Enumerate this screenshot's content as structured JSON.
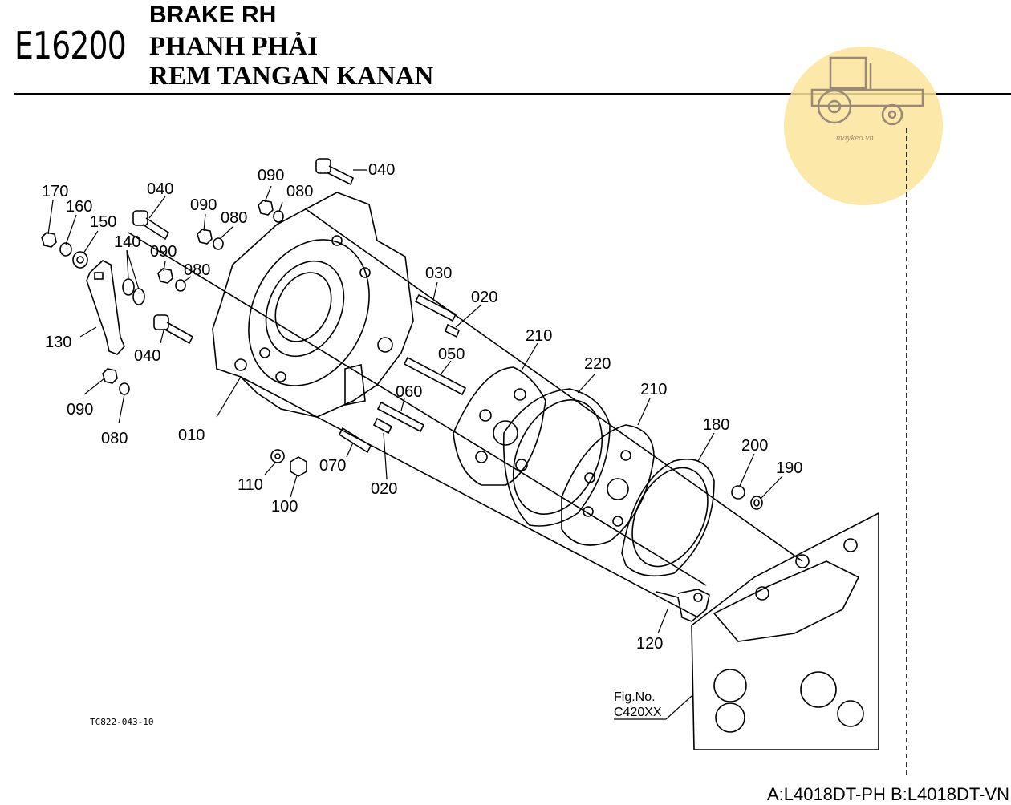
{
  "header": {
    "code": "E16200",
    "title_en": "BRAKE RH",
    "title_vi": "PHANH PHẢI",
    "title_id": "REM TANGAN KANAN"
  },
  "watermark": {
    "text": "maykeo.vn"
  },
  "figure_ref": {
    "line1": "Fig.No.",
    "line2": "C420XX"
  },
  "drawing_code": "TC822-043-10",
  "models": "A:L4018DT-PH B:L4018DT-VN",
  "parts": [
    {
      "id": "p170",
      "label": "170"
    },
    {
      "id": "p160",
      "label": "160"
    },
    {
      "id": "p150",
      "label": "150"
    },
    {
      "id": "p140",
      "label": "140"
    },
    {
      "id": "p130",
      "label": "130"
    },
    {
      "id": "p040a",
      "label": "040"
    },
    {
      "id": "p090a",
      "label": "090"
    },
    {
      "id": "p080a",
      "label": "080"
    },
    {
      "id": "p090b",
      "label": "090"
    },
    {
      "id": "p080b",
      "label": "080"
    },
    {
      "id": "p090c",
      "label": "090"
    },
    {
      "id": "p080c",
      "label": "080"
    },
    {
      "id": "p040b",
      "label": "040"
    },
    {
      "id": "p040c",
      "label": "040"
    },
    {
      "id": "p090d",
      "label": "090"
    },
    {
      "id": "p080d",
      "label": "080"
    },
    {
      "id": "p010",
      "label": "010"
    },
    {
      "id": "p030",
      "label": "030"
    },
    {
      "id": "p020a",
      "label": "020"
    },
    {
      "id": "p050",
      "label": "050"
    },
    {
      "id": "p060",
      "label": "060"
    },
    {
      "id": "p070",
      "label": "070"
    },
    {
      "id": "p020b",
      "label": "020"
    },
    {
      "id": "p110",
      "label": "110"
    },
    {
      "id": "p100",
      "label": "100"
    },
    {
      "id": "p210a",
      "label": "210"
    },
    {
      "id": "p220",
      "label": "220"
    },
    {
      "id": "p210b",
      "label": "210"
    },
    {
      "id": "p180",
      "label": "180"
    },
    {
      "id": "p200",
      "label": "200"
    },
    {
      "id": "p190",
      "label": "190"
    },
    {
      "id": "p120",
      "label": "120"
    }
  ]
}
